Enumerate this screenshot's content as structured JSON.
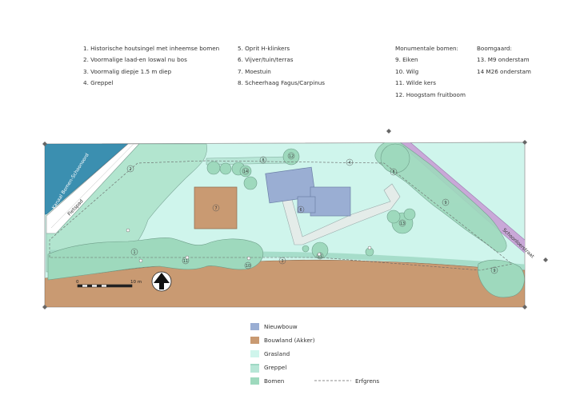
{
  "list": {
    "col1": [
      "1. Historische houtsingel met inheemse bomen",
      "2. Voormalige laad-en loswal nu bos",
      "3. Voormalig diepje 1.5 m diep",
      "4. Greppel"
    ],
    "col2": [
      "5. Oprit H-klinkers",
      "6. Vijver/tuin/terras",
      "7. Moestuin",
      "8. Scheerhaag Fagus/Carpinus"
    ],
    "col3_title": "Monumentale bomen:",
    "col3": [
      "9. Eiken",
      "10. Wilg",
      "11. Wilde kers",
      "12. Hoogstam fruitboom"
    ],
    "col4_title": "Boomgaard:",
    "col4": [
      "13. M9 onderstam",
      "14 M26 onderstam"
    ]
  },
  "map": {
    "canal_label": "Kanaal Bomen-Schoonoord",
    "bike_label": "Fietspad",
    "street_label": "Schoonloerstraat",
    "scale_start": "0",
    "scale_end": "10 m",
    "markers": {
      "m1": "1",
      "m2": "2",
      "m3": "3",
      "m4": "4",
      "m5": "5",
      "m6": "6",
      "m7": "7",
      "m8": "8",
      "m9a": "9",
      "m9b": "9",
      "m10": "10",
      "m11a": "11",
      "m11b": "11",
      "m12": "12",
      "m13": "13",
      "m14": "14"
    }
  },
  "key": {
    "items": [
      {
        "label": "Nieuwbouw",
        "color": "#9aaed3"
      },
      {
        "label": "Bouwland (Akker)",
        "color": "#c99a72"
      },
      {
        "label": "Grasland",
        "color": "#cff5ec"
      },
      {
        "label": "Greppel",
        "color": "#b7e6d6"
      },
      {
        "label": "Bomen",
        "color": "#9ed9bd"
      }
    ],
    "boundary_label": "Erfgrens"
  }
}
